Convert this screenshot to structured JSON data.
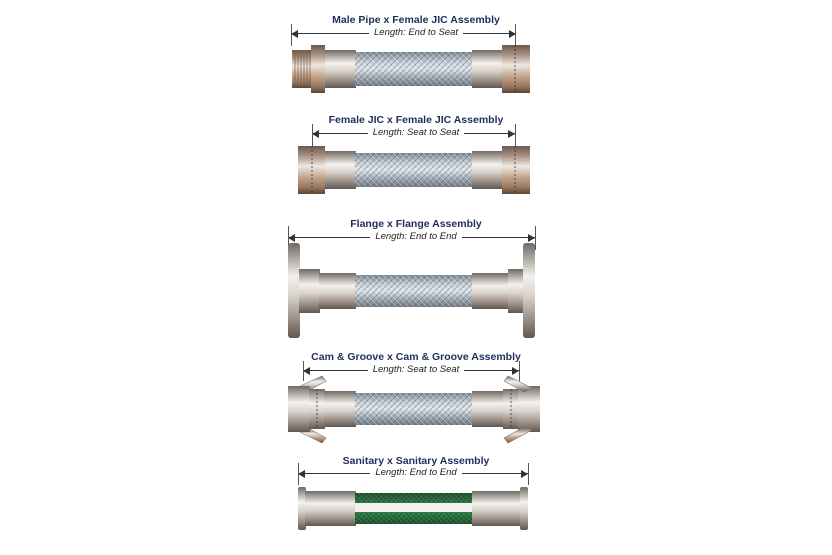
{
  "assemblies": [
    {
      "title": "Male Pipe x Female JIC Assembly",
      "dimension": "Length: End to Seat"
    },
    {
      "title": "Female JIC x Female JIC Assembly",
      "dimension": "Length: Seat to Seat"
    },
    {
      "title": "Flange x Flange Assembly",
      "dimension": "Length: End to End"
    },
    {
      "title": "Cam & Groove x Cam & Groove Assembly",
      "dimension": "Length: Seat to Seat"
    },
    {
      "title": "Sanitary x Sanitary Assembly",
      "dimension": "Length: End to End"
    }
  ],
  "colors": {
    "title": "#1f2e5a",
    "steel_dark": "#8a8580",
    "steel_light": "#f2efeb",
    "fitting_tan": "#b08e73",
    "braid": "#9aa6b0",
    "sanitary_liner": "#2f7a45"
  }
}
